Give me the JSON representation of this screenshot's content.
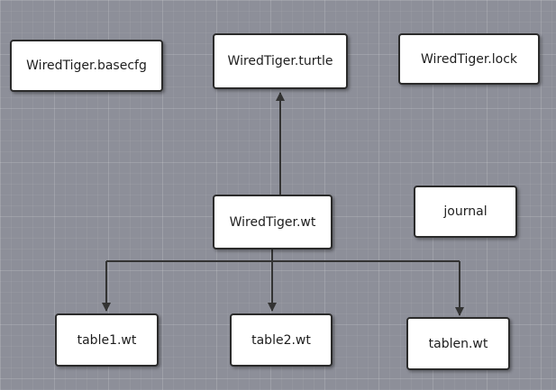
{
  "diagram": {
    "nodes": {
      "basecfg": "WiredTiger.basecfg",
      "turtle": "WiredTiger.turtle",
      "lock": "WiredTiger.lock",
      "wt": "WiredTiger.wt",
      "journal": "journal",
      "table1": "table1.wt",
      "table2": "table2.wt",
      "tablen": "tablen.wt"
    },
    "edges": [
      {
        "from": "wt",
        "to": "turtle"
      },
      {
        "from": "wt",
        "to": "table1"
      },
      {
        "from": "wt",
        "to": "table2"
      },
      {
        "from": "wt",
        "to": "tablen"
      }
    ],
    "colors": {
      "background": "#8d8f99",
      "node_fill": "#ffffff",
      "node_border": "#2b2b2b",
      "connector": "#333333"
    }
  }
}
